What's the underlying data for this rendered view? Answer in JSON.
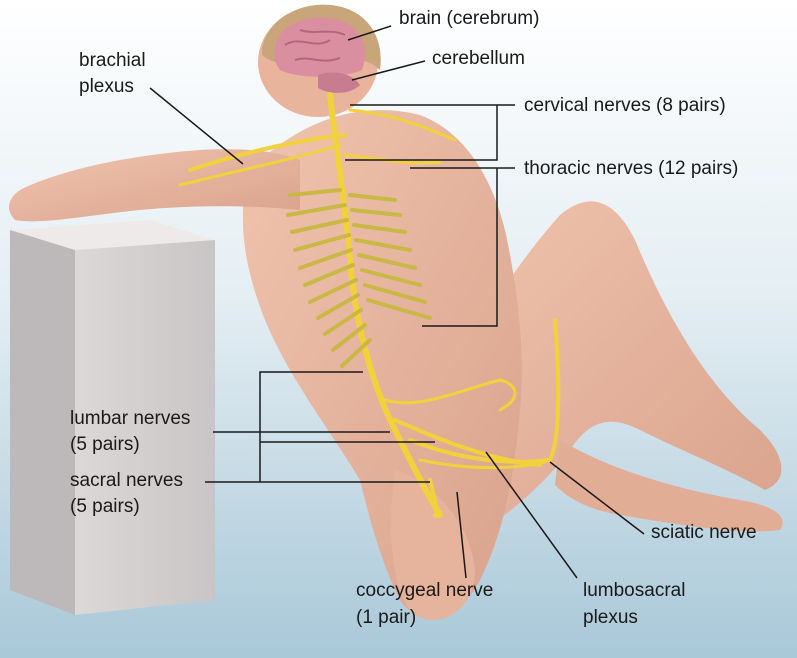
{
  "labels": {
    "brain": "brain (cerebrum)",
    "cerebellum": "cerebellum",
    "brachial_1": "brachial",
    "brachial_2": "plexus",
    "cervical": "cervical nerves (8 pairs)",
    "thoracic": "thoracic nerves (12 pairs)",
    "lumbar_1": "lumbar nerves",
    "lumbar_2": "(5 pairs)",
    "sacral_1": "sacral nerves",
    "sacral_2": "(5 pairs)",
    "sciatic": "sciatic nerve",
    "coccygeal_1": "coccygeal nerve",
    "coccygeal_2": "(1 pair)",
    "lumbosacral_1": "lumbosacral",
    "lumbosacral_2": "plexus"
  },
  "colors": {
    "background": "#ffffff",
    "floor": "#b9d3e0",
    "skin": "#eab79e",
    "skin_shadow": "#cf9a86",
    "hair": "#c9a57a",
    "brain": "#d98fa0",
    "nerve": "#f2d23a",
    "nerve_dark": "#b8a640",
    "block": "#d9d6d6",
    "leader": "#1a1a1a"
  }
}
